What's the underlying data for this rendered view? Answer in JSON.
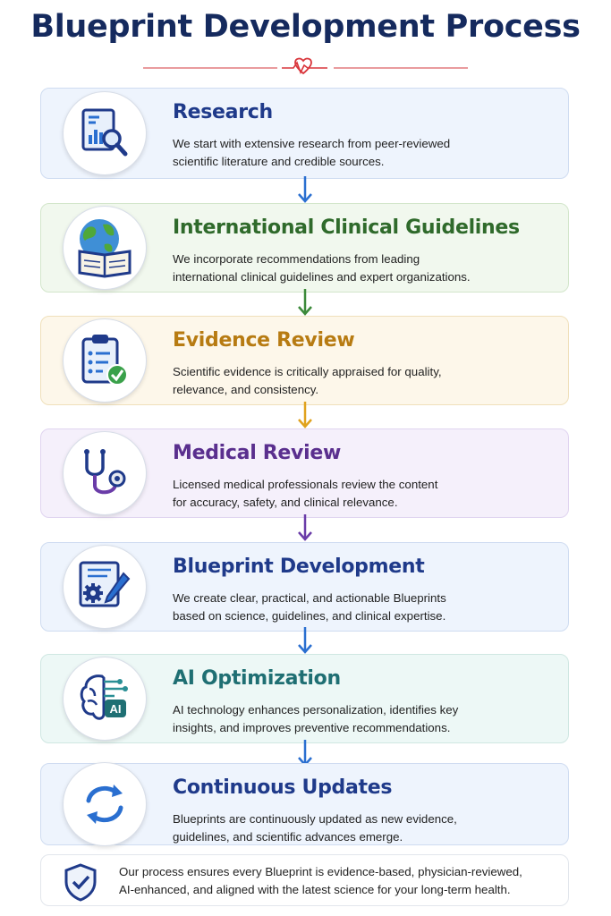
{
  "title": "Blueprint Development Process",
  "steps": [
    {
      "title": "Research",
      "desc_line1": "We start with extensive research from peer-reviewed",
      "desc_line2": "scientific literature and credible sources.",
      "icon": "research-report-icon",
      "color": "#1f3a8a",
      "bg": "#eef4fd",
      "border": "#cfdcf1",
      "arrow": "#2a6fd0"
    },
    {
      "title": "International Clinical Guidelines",
      "desc_line1": "We incorporate recommendations from leading",
      "desc_line2": "international clinical guidelines and expert organizations.",
      "icon": "globe-book-icon",
      "color": "#2f6a2b",
      "bg": "#f1f8ee",
      "border": "#d3e6cb",
      "arrow": "#3c8a3a"
    },
    {
      "title": "Evidence Review",
      "desc_line1": "Scientific evidence is critically appraised for quality,",
      "desc_line2": "relevance, and consistency.",
      "icon": "clipboard-check-icon",
      "color": "#b77b12",
      "bg": "#fdf7ea",
      "border": "#f0e0bb",
      "arrow": "#e0a21e"
    },
    {
      "title": "Medical Review",
      "desc_line1": "Licensed medical professionals review the content",
      "desc_line2": "for accuracy, safety, and clinical relevance.",
      "icon": "stethoscope-icon",
      "color": "#5a2f8e",
      "bg": "#f5f0fb",
      "border": "#e0d4f0",
      "arrow": "#6a3ca8"
    },
    {
      "title": "Blueprint Development",
      "desc_line1": "We create clear, practical, and actionable Blueprints",
      "desc_line2": "based on science, guidelines, and clinical expertise.",
      "icon": "document-gear-pencil-icon",
      "color": "#1f3a8a",
      "bg": "#eef4fd",
      "border": "#cfdcf1",
      "arrow": "#2a6fd0"
    },
    {
      "title": "AI Optimization",
      "desc_line1": "AI technology enhances personalization, identifies key",
      "desc_line2": "insights, and improves preventive recommendations.",
      "icon": "ai-brain-icon",
      "color": "#1f6f73",
      "bg": "#edf8f6",
      "border": "#cfe7e2",
      "arrow": "#2a6fd0"
    },
    {
      "title": "Continuous Updates",
      "desc_line1": "Blueprints are continuously updated as new evidence,",
      "desc_line2": "guidelines, and scientific advances emerge.",
      "icon": "refresh-cycle-icon",
      "color": "#1f3a8a",
      "bg": "#eef4fd",
      "border": "#cfdcf1",
      "arrow": "#2a6fd0"
    }
  ],
  "ai_badge": "AI",
  "footer": {
    "line1": "Our process ensures every Blueprint is evidence-based, physician-reviewed,",
    "line2": "AI-enhanced, and aligned with the latest science for your long-term health.",
    "icon": "shield-check-icon"
  },
  "divider_icon": "heart-pulse-icon",
  "divider_color": "#d9353b"
}
